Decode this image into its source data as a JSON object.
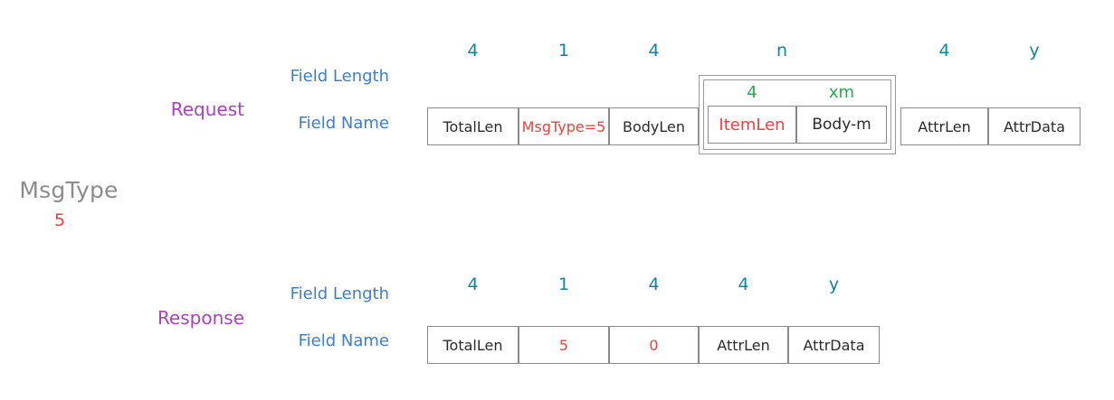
{
  "caption": {
    "title": "MsgType",
    "value": "5"
  },
  "axis_labels": {
    "field_length": "Field Length",
    "field_name": "Field Name"
  },
  "colors": {
    "length_tick": "#1382a0",
    "nested_length_tick": "#2ba84a",
    "row_title": "#ad3fc0",
    "axis_label": "#3c7fd0",
    "highlight_red": "#f0413b",
    "caption_gray": "#8c8c8c",
    "box_border": "#8a8a8a"
  },
  "request": {
    "title": "Request",
    "fields": [
      {
        "length": "4",
        "name": "TotalLen",
        "highlight": false
      },
      {
        "length": "1",
        "name": "MsgType=5",
        "highlight": true
      },
      {
        "length": "4",
        "name": "BodyLen",
        "highlight": false
      },
      {
        "length": "4",
        "name": "AttrLen",
        "highlight": false
      },
      {
        "length": "y",
        "name": "AttrData",
        "highlight": false
      }
    ],
    "nested_group": {
      "length": "n",
      "fields": [
        {
          "length": "4",
          "name": "ItemLen",
          "highlight": true
        },
        {
          "length": "xm",
          "name": "Body-m",
          "highlight": false
        }
      ]
    }
  },
  "response": {
    "title": "Response",
    "fields": [
      {
        "length": "4",
        "name": "TotalLen",
        "highlight": false
      },
      {
        "length": "1",
        "name": "5",
        "highlight": true
      },
      {
        "length": "4",
        "name": "0",
        "highlight": true
      },
      {
        "length": "4",
        "name": "AttrLen",
        "highlight": false
      },
      {
        "length": "y",
        "name": "AttrData",
        "highlight": false
      }
    ]
  }
}
